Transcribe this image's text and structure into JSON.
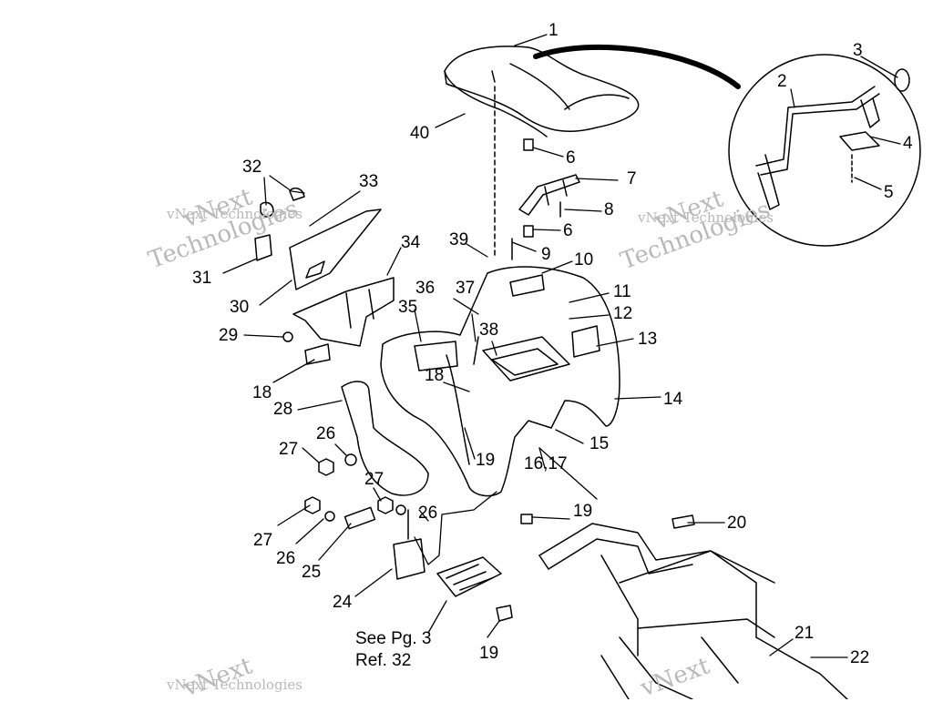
{
  "callouts": [
    {
      "id": "c1",
      "text": "1"
    },
    {
      "id": "c2",
      "text": "2"
    },
    {
      "id": "c3",
      "text": "3"
    },
    {
      "id": "c4",
      "text": "4"
    },
    {
      "id": "c5",
      "text": "5"
    },
    {
      "id": "c6a",
      "text": "6"
    },
    {
      "id": "c6b",
      "text": "6"
    },
    {
      "id": "c7",
      "text": "7"
    },
    {
      "id": "c8",
      "text": "8"
    },
    {
      "id": "c9",
      "text": "9"
    },
    {
      "id": "c10",
      "text": "10"
    },
    {
      "id": "c11",
      "text": "11"
    },
    {
      "id": "c12",
      "text": "12"
    },
    {
      "id": "c13",
      "text": "13"
    },
    {
      "id": "c14",
      "text": "14"
    },
    {
      "id": "c15",
      "text": "15"
    },
    {
      "id": "c16",
      "text": "16,17"
    },
    {
      "id": "c18a",
      "text": "18"
    },
    {
      "id": "c18b",
      "text": "18"
    },
    {
      "id": "c19a",
      "text": "19"
    },
    {
      "id": "c19b",
      "text": "19"
    },
    {
      "id": "c19c",
      "text": "19"
    },
    {
      "id": "c20",
      "text": "20"
    },
    {
      "id": "c21",
      "text": "21"
    },
    {
      "id": "c22",
      "text": "22"
    },
    {
      "id": "c24",
      "text": "24"
    },
    {
      "id": "c25",
      "text": "25"
    },
    {
      "id": "c26a",
      "text": "26"
    },
    {
      "id": "c26b",
      "text": "26"
    },
    {
      "id": "c26c",
      "text": "26"
    },
    {
      "id": "c27a",
      "text": "27"
    },
    {
      "id": "c27b",
      "text": "27"
    },
    {
      "id": "c27c",
      "text": "27"
    },
    {
      "id": "c28",
      "text": "28"
    },
    {
      "id": "c29",
      "text": "29"
    },
    {
      "id": "c30",
      "text": "30"
    },
    {
      "id": "c31",
      "text": "31"
    },
    {
      "id": "c32",
      "text": "32"
    },
    {
      "id": "c33",
      "text": "33"
    },
    {
      "id": "c34",
      "text": "34"
    },
    {
      "id": "c35",
      "text": "35"
    },
    {
      "id": "c36",
      "text": "36"
    },
    {
      "id": "c37",
      "text": "37"
    },
    {
      "id": "c38",
      "text": "38"
    },
    {
      "id": "c39",
      "text": "39"
    },
    {
      "id": "c40",
      "text": "40"
    }
  ],
  "note": {
    "line1": "See Pg. 3",
    "line2": "Ref. 32"
  },
  "watermark": {
    "brand": "vNext",
    "company": "vNext Technologies",
    "word": "Technologies"
  },
  "colors": {
    "ink": "#000000",
    "watermark": "#b9b9b9",
    "background": "#ffffff"
  }
}
